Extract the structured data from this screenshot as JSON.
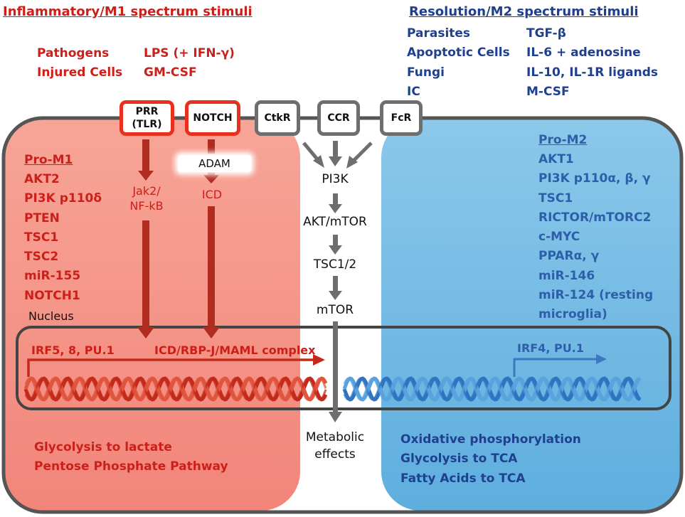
{
  "m1_header": "Inflammatory/M1 spectrum stimuli",
  "m2_header": "Resolution/M2 spectrum stimuli",
  "m1_stimuli": [
    {
      "left": "Pathogens",
      "right": "LPS (+ IFN-γ)"
    },
    {
      "left": "Injured Cells",
      "right": "GM-CSF"
    }
  ],
  "m2_stimuli": [
    {
      "left": "Parasites",
      "right": "TGF-β"
    },
    {
      "left": "Apoptotic Cells",
      "right": "IL-6 + adenosine"
    },
    {
      "left": "Fungi",
      "right": "IL-10, IL-1R ligands"
    },
    {
      "left": "IC",
      "right": "M-CSF"
    }
  ],
  "receptors": {
    "prr": "PRR\n(TLR)",
    "notch": "NOTCH",
    "ctkr": "CtkR",
    "ccr": "CCR",
    "fcr": "FcR"
  },
  "pro_m1": {
    "title": "Pro-M1",
    "items": [
      "AKT2",
      "PI3K p110δ",
      "PTEN",
      "TSC1",
      "TSC2",
      "miR-155",
      "NOTCH1"
    ]
  },
  "pro_m2": {
    "title": "Pro-M2",
    "items": [
      "AKT1",
      "PI3K p110α, β, γ",
      "TSC1",
      "RICTOR/mTORC2",
      "c-MYC",
      "PPARα, γ",
      "miR-146",
      "miR-124 (resting",
      "microglia)"
    ]
  },
  "m1_path": {
    "adam": "ADAM",
    "jak": "Jak2/\nNF-kB",
    "icd": "ICD"
  },
  "center_path": {
    "pi3k": "PI3K",
    "akt_mtor": "AKT/mTOR",
    "tsc": "TSC1/2",
    "mtor": "mTOR",
    "metabolic": "Metabolic\neffects"
  },
  "nucleus_label": "Nucleus",
  "m1_tf": "IRF5, 8, PU.1",
  "m1_complex": "ICD/RBP-J/MAML complex",
  "m2_tf": "IRF4, PU.1",
  "m1_metabolism": [
    "Glycolysis to lactate",
    "Pentose Phosphate Pathway"
  ],
  "m2_metabolism": [
    "Oxidative phosphorylation",
    "Glycolysis to TCA",
    "Fatty Acids to TCA"
  ],
  "colors": {
    "m1_fill": "#f5978a",
    "m2_fill": "#6fb6e2",
    "red_text": "#cc1f1a",
    "blue_text": "#1f3f8f",
    "red_arrow": "#c42a1c",
    "grey_arrow": "#707070"
  }
}
